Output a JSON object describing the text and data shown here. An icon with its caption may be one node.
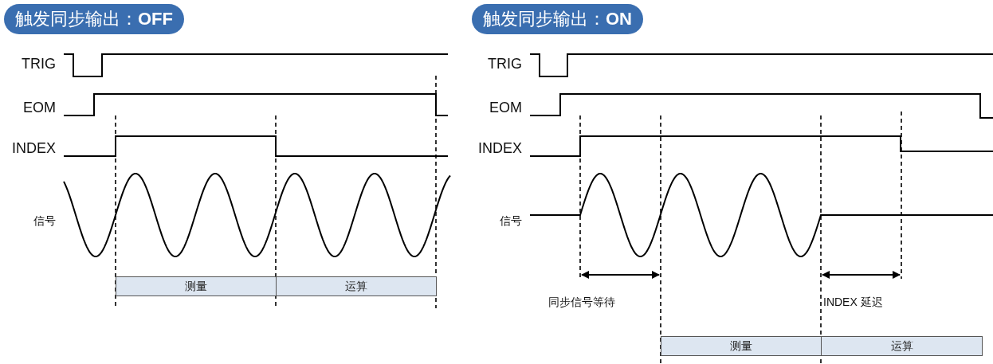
{
  "diagram": {
    "nodes": [
      {
        "text": [
          "触发同步输出：**OFF**"
        ]
      },
      {
        "text": [
          "触发同步输出：**ON**"
        ]
      },
      {
        "text": [
          "测量"
        ]
      },
      {
        "text": [
          "运算"
        ]
      },
      {
        "text": [
          "测量"
        ]
      },
      {
        "text": [
          "运算"
        ]
      }
    ],
    "labels": [
      "TRIG",
      "EOM",
      "INDEX",
      "信号",
      "TRIG",
      "EOM",
      "INDEX",
      "信号",
      "同步信号等待",
      "INDEX 延迟"
    ]
  }
}
